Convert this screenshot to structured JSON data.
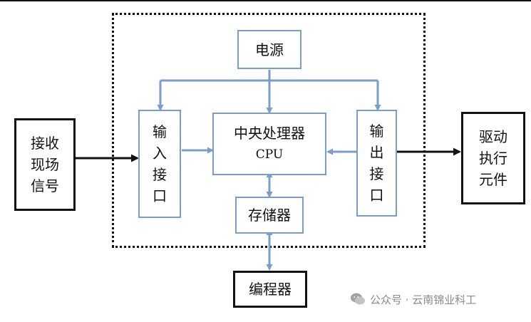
{
  "diagram": {
    "power": "电源",
    "cpu_line1": "中央处理器",
    "cpu_line2": "CPU",
    "memory": "存储器",
    "input_interface": "输\n入\n接\n口",
    "output_interface": "输\n出\n接\n口",
    "field_signal": "接收\n现场\n信号",
    "actuator": "驱动\n执行\n元件",
    "programmer": "编程器"
  },
  "watermark": {
    "text": "公众号 · 云南锦业科工",
    "icon": "wechat-icon"
  },
  "colors": {
    "box_border": "#7a9ec7",
    "connector": "#7a9ec7",
    "outer_border": "#111111"
  }
}
